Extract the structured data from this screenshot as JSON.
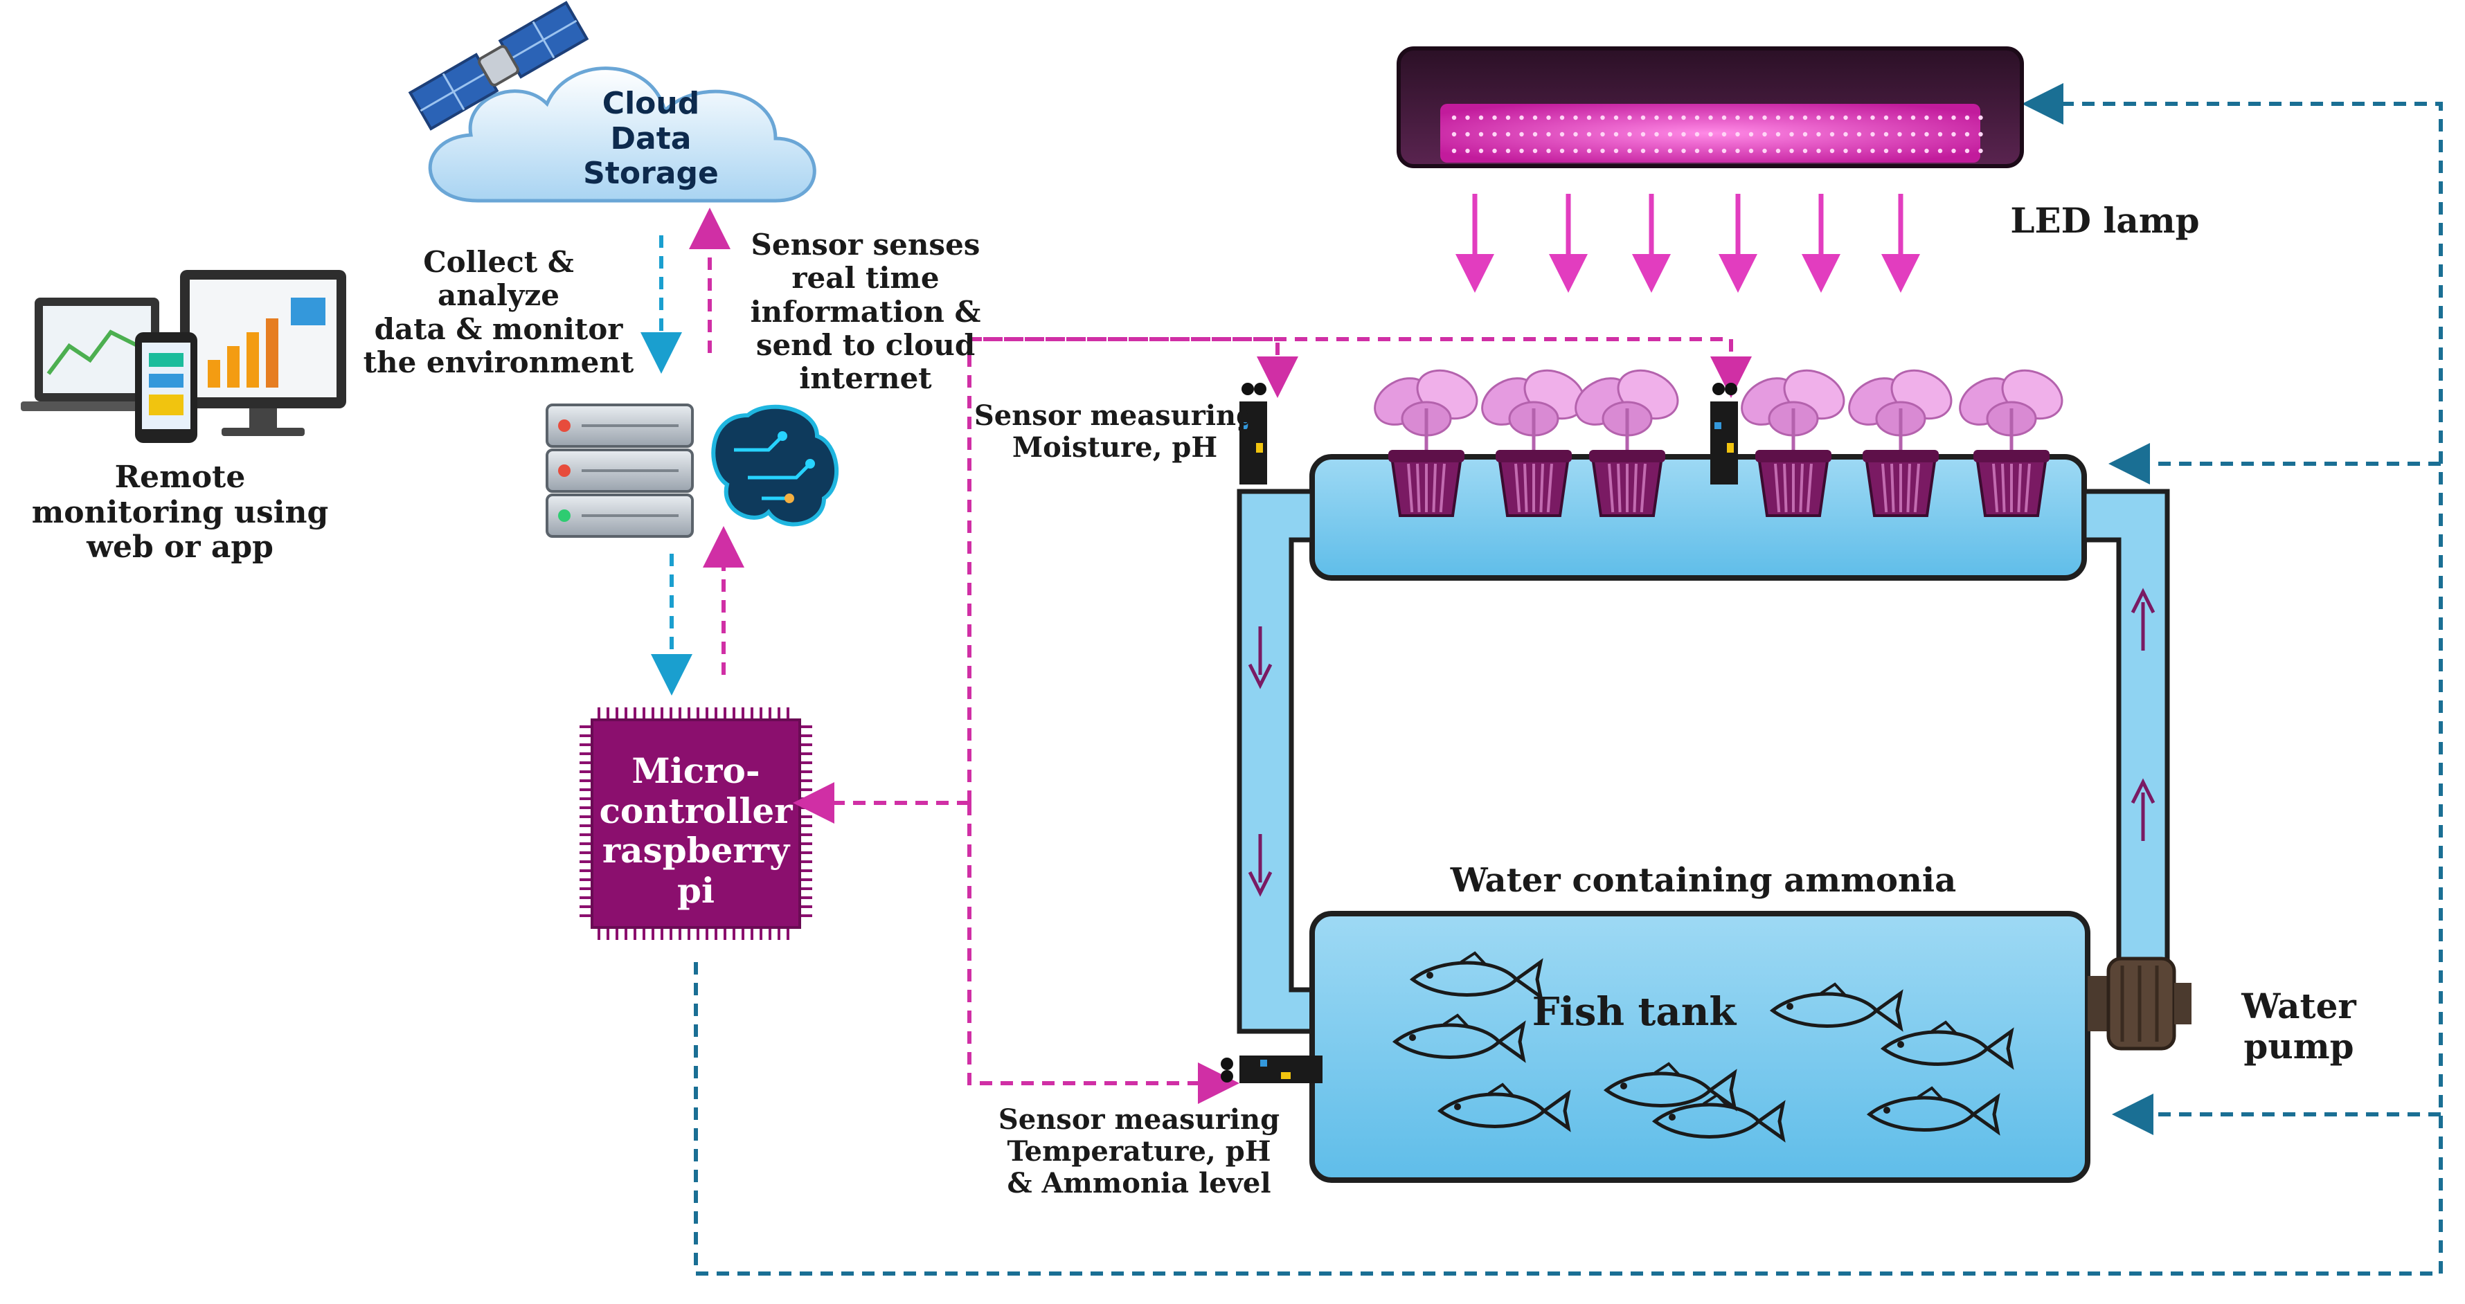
{
  "labels": {
    "cloud": "Cloud\nData Storage",
    "remote": "Remote\nmonitoring using\nweb or app",
    "collect": "Collect & analyze\ndata & monitor\nthe environment",
    "sensor_senses": "Sensor senses\nreal time\ninformation &\nsend to cloud\ninternet",
    "sensor_moisture": "Sensor measuring\nMoisture, pH",
    "led_lamp": "LED lamp",
    "microcontroller": "Micro-\ncontroller\nraspberry pi",
    "water_ammonia": "Water containing ammonia",
    "fish_tank": "Fish tank",
    "water_pump": "Water pump",
    "sensor_temp": "Sensor measuring\nTemperature, pH\n& Ammonia level"
  },
  "colors": {
    "data_flow_blue": "#1a9fcf",
    "data_flow_dark_blue": "#1a6f94",
    "sensor_flow_magenta": "#d02fa5",
    "led_arrow_magenta": "#e23dbf",
    "water_fill": "#8fd3f2",
    "pipe_outline": "#1f1f1f",
    "microcontroller_fill": "#8b0f6e",
    "plant_pink": "#e59be0",
    "pot_purple": "#7a1a63",
    "lamp_body": "#3a1a33",
    "lamp_glow": "#ff5fd2"
  },
  "icons": [
    "satellite-icon",
    "cloud-icon",
    "devices-icon",
    "server-icon",
    "brain-ai-icon",
    "microcontroller-chip-icon",
    "led-lamp-icon",
    "plant-pot-icon",
    "sensor-module-icon",
    "fish-icon",
    "water-pump-icon"
  ]
}
